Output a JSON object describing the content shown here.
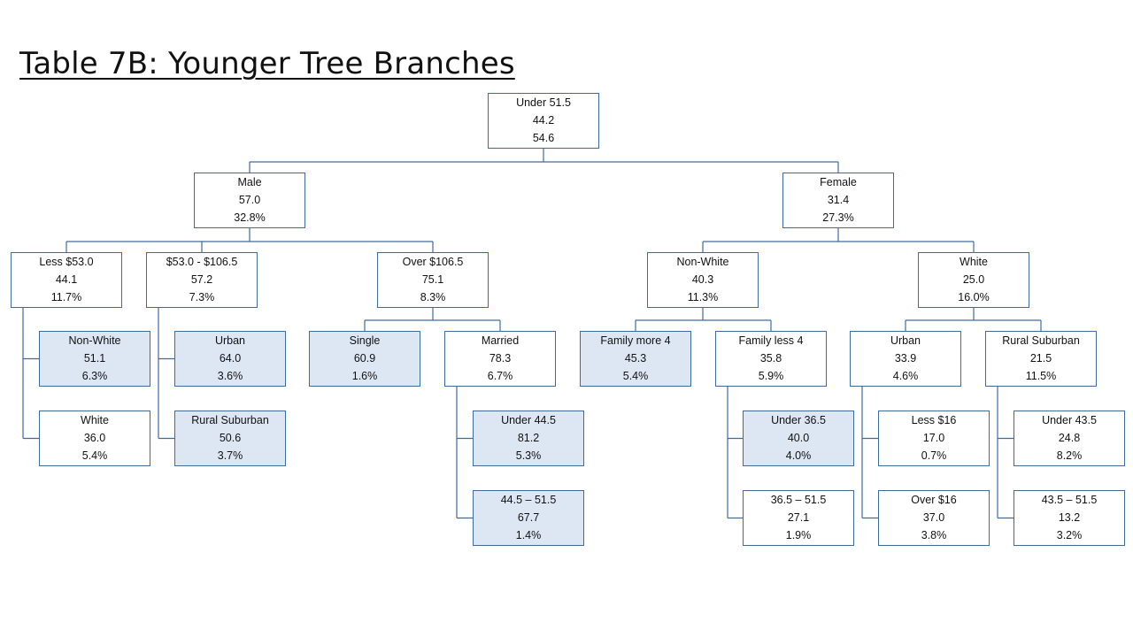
{
  "title": "Table 7B:  Younger Tree Branches",
  "colors": {
    "border": "#3d6c9c",
    "highlight": "#dde7f4",
    "line": "#3d6c9c"
  },
  "nodes": {
    "root": {
      "label": "Under 51.5",
      "value": "44.2",
      "pct": "54.6",
      "highlighted": false
    },
    "male": {
      "label": "Male",
      "value": "57.0",
      "pct": "32.8%",
      "highlighted": false
    },
    "female": {
      "label": "Female",
      "value": "31.4",
      "pct": "27.3%",
      "highlighted": false
    },
    "less53": {
      "label": "Less $53.0",
      "value": "44.1",
      "pct": "11.7%",
      "highlighted": false
    },
    "mid53": {
      "label": "$53.0  - $106.5",
      "value": "57.2",
      "pct": "7.3%",
      "highlighted": false
    },
    "over106": {
      "label": "Over $106.5",
      "value": "75.1",
      "pct": "8.3%",
      "highlighted": false
    },
    "fnonwhite": {
      "label": "Non-White",
      "value": "40.3",
      "pct": "11.3%",
      "highlighted": false
    },
    "fwhite": {
      "label": "White",
      "value": "25.0",
      "pct": "16.0%",
      "highlighted": false
    },
    "m_nonwhite": {
      "label": "Non-White",
      "value": "51.1",
      "pct": "6.3%",
      "highlighted": true
    },
    "m_white": {
      "label": "White",
      "value": "36.0",
      "pct": "5.4%",
      "highlighted": false
    },
    "m_urban": {
      "label": "Urban",
      "value": "64.0",
      "pct": "3.6%",
      "highlighted": true
    },
    "m_rural": {
      "label": "Rural Suburban",
      "value": "50.6",
      "pct": "3.7%",
      "highlighted": true
    },
    "single": {
      "label": "Single",
      "value": "60.9",
      "pct": "1.6%",
      "highlighted": true
    },
    "married": {
      "label": "Married",
      "value": "78.3",
      "pct": "6.7%",
      "highlighted": false
    },
    "under445": {
      "label": "Under 44.5",
      "value": "81.2",
      "pct": "5.3%",
      "highlighted": true
    },
    "r445_515": {
      "label": "44.5 – 51.5",
      "value": "67.7",
      "pct": "1.4%",
      "highlighted": true
    },
    "fammore4": {
      "label": "Family more 4",
      "value": "45.3",
      "pct": "5.4%",
      "highlighted": true
    },
    "famless4": {
      "label": "Family less 4",
      "value": "35.8",
      "pct": "5.9%",
      "highlighted": false
    },
    "under365": {
      "label": "Under 36.5",
      "value": "40.0",
      "pct": "4.0%",
      "highlighted": true
    },
    "r365_515": {
      "label": "36.5 – 51.5",
      "value": "27.1",
      "pct": "1.9%",
      "highlighted": false
    },
    "f_urban": {
      "label": "Urban",
      "value": "33.9",
      "pct": "4.6%",
      "highlighted": false
    },
    "f_rural": {
      "label": "Rural Suburban",
      "value": "21.5",
      "pct": "11.5%",
      "highlighted": false
    },
    "less16": {
      "label": "Less $16",
      "value": "17.0",
      "pct": "0.7%",
      "highlighted": false
    },
    "over16": {
      "label": "Over $16",
      "value": "37.0",
      "pct": "3.8%",
      "highlighted": false
    },
    "under435": {
      "label": "Under 43.5",
      "value": "24.8",
      "pct": "8.2%",
      "highlighted": false
    },
    "r435_515": {
      "label": "43.5 – 51.5",
      "value": "13.2",
      "pct": "3.2%",
      "highlighted": false
    }
  }
}
